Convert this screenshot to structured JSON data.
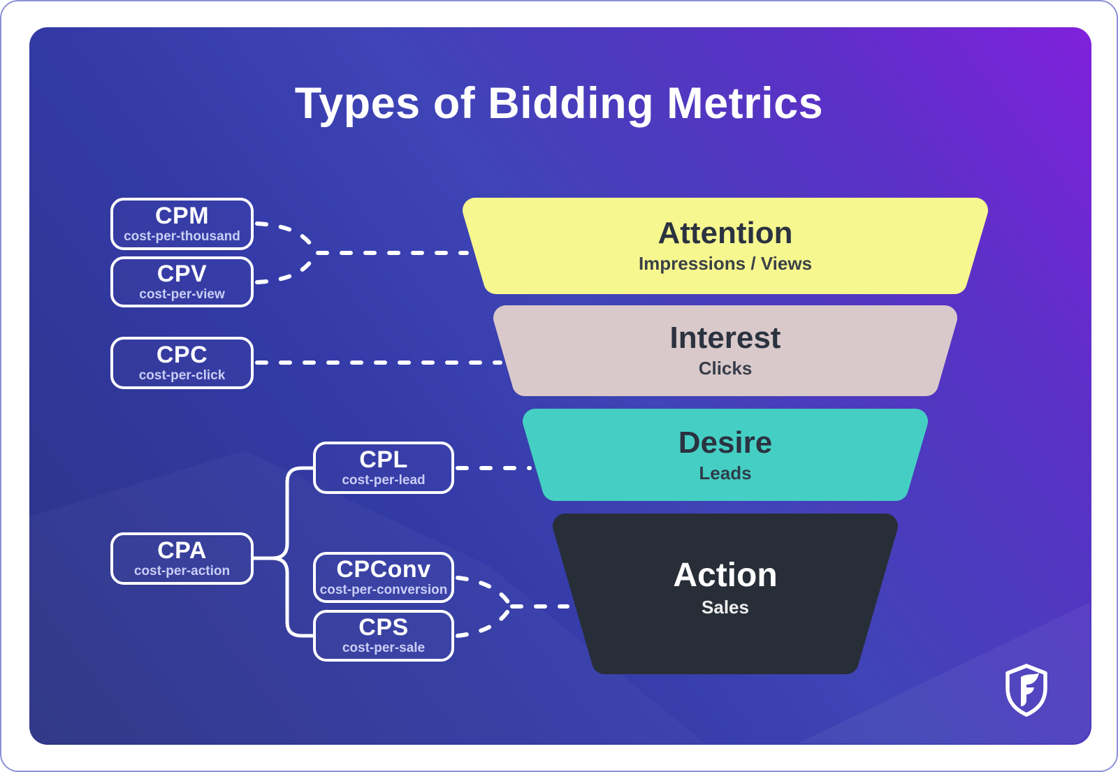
{
  "title": "Types of Bidding Metrics",
  "left_metrics": [
    {
      "id": "cpm",
      "label": "CPM",
      "sub": "cost-per-thousand"
    },
    {
      "id": "cpv",
      "label": "CPV",
      "sub": "cost-per-view"
    },
    {
      "id": "cpc",
      "label": "CPC",
      "sub": "cost-per-click"
    },
    {
      "id": "cpl",
      "label": "CPL",
      "sub": "cost-per-lead"
    },
    {
      "id": "cpa",
      "label": "CPA",
      "sub": "cost-per-action"
    },
    {
      "id": "cpconv",
      "label": "CPConv",
      "sub": "cost-per-conversion"
    },
    {
      "id": "cps",
      "label": "CPS",
      "sub": "cost-per-sale"
    }
  ],
  "funnel": {
    "stages": [
      {
        "name": "Attention",
        "sub": "Impressions / Views",
        "color": "#f7f78f",
        "text_color": "#2b3240"
      },
      {
        "name": "Interest",
        "sub": "Clicks",
        "color": "#d9c9ca",
        "text_color": "#2b3240"
      },
      {
        "name": "Desire",
        "sub": "Leads",
        "color": "#45cfc4",
        "text_color": "#2b3240"
      },
      {
        "name": "Action",
        "sub": "Sales",
        "color": "#282e38",
        "text_color": "#ffffff"
      }
    ]
  },
  "colors": {
    "background_top_right": "#8021dc",
    "background_mid": "#3f44b6",
    "background_bottom_left": "#2c3384",
    "frame": "#ffffff",
    "frame_edge": "#8d90d6",
    "connector": "#ffffff",
    "box_border": "#ffffff",
    "box_title_text": "#ffffff",
    "box_sub_text": "#c8cef5",
    "title_text": "#ffffff"
  },
  "logo": {
    "icon": "shield-f-logo"
  }
}
